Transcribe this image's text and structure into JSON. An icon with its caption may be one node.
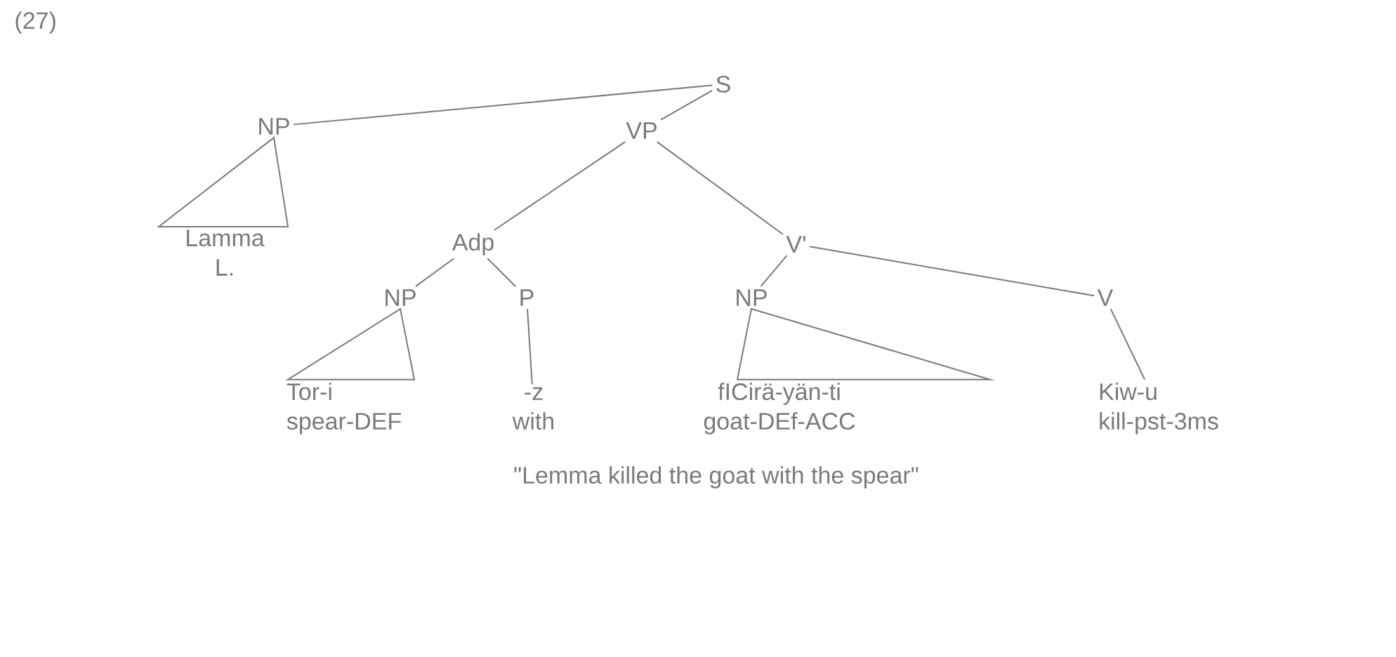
{
  "diagram": {
    "caption": "\"Lemma killed the goat with the spear\"",
    "nodes": [
      {
        "text": [
          "S"
        ]
      },
      {
        "text": [
          "NP"
        ]
      },
      {
        "text": [
          "VP"
        ]
      },
      {
        "text": [
          "Lamma",
          "L."
        ]
      },
      {
        "text": [
          "Adp"
        ]
      },
      {
        "text": [
          "V'"
        ]
      },
      {
        "text": [
          "NP"
        ]
      },
      {
        "text": [
          "P"
        ]
      },
      {
        "text": [
          "NP"
        ]
      },
      {
        "text": [
          "V"
        ]
      },
      {
        "text": [
          "Tor-i",
          "spear-DEF"
        ]
      },
      {
        "text": [
          "-z",
          "with"
        ]
      },
      {
        "text": [
          "fICirä-yän-ti",
          "goat-DEf-ACC"
        ]
      },
      {
        "text": [
          "Kiw-u",
          "kill-pst-3ms"
        ]
      }
    ],
    "edges": [
      {
        "from": 0,
        "to": 1,
        "arrow": "none"
      },
      {
        "from": 0,
        "to": 2,
        "arrow": "none"
      },
      {
        "from": 1,
        "to": 3,
        "arrow": "none"
      },
      {
        "from": 2,
        "to": 4,
        "arrow": "none"
      },
      {
        "from": 2,
        "to": 5,
        "arrow": "none"
      },
      {
        "from": 4,
        "to": 6,
        "arrow": "none"
      },
      {
        "from": 4,
        "to": 7,
        "arrow": "none"
      },
      {
        "from": 6,
        "to": 10,
        "arrow": "none"
      },
      {
        "from": 7,
        "to": 11,
        "arrow": "none"
      },
      {
        "from": 5,
        "to": 8,
        "arrow": "none"
      },
      {
        "from": 5,
        "to": 9,
        "arrow": "none"
      },
      {
        "from": 8,
        "to": 12,
        "arrow": "none"
      },
      {
        "from": 9,
        "to": 13,
        "arrow": "none"
      }
    ],
    "labels": [
      "(27)"
    ]
  }
}
